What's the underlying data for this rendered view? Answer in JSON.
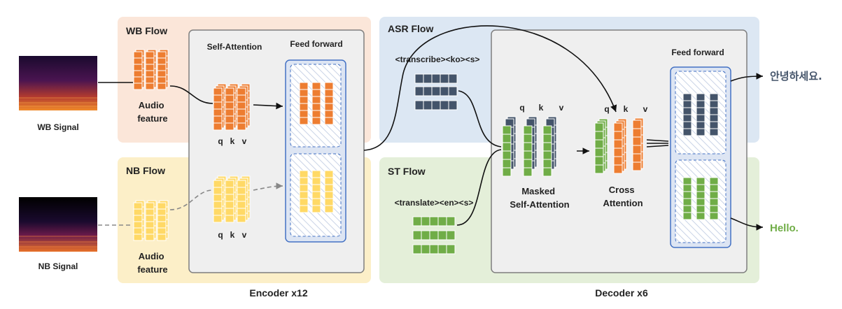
{
  "colors": {
    "wb_flow_bg": "#fbe6d9",
    "nb_flow_bg": "#fcefc8",
    "asr_flow_bg": "#dce7f3",
    "st_flow_bg": "#e4efd9",
    "block_bg": "#efefef",
    "orange": "#ed7d31",
    "yellow": "#ffd966",
    "slate": "#44546a",
    "green": "#70ad47",
    "blue_border": "#4472c4",
    "output_ko": "#44546a",
    "output_en": "#70ad47"
  },
  "encoder": {
    "wb_flow_label": "WB Flow",
    "nb_flow_label": "NB Flow",
    "wb_signal_label": "WB Signal",
    "nb_signal_label": "NB Signal",
    "audio_feature_wb": [
      "Audio",
      "feature"
    ],
    "audio_feature_nb": [
      "Audio",
      "feature"
    ],
    "self_attention_label": "Self-Attention",
    "feed_forward_label": "Feed forward",
    "qkv": [
      "q",
      "k",
      "v"
    ],
    "caption": "Encoder x12"
  },
  "decoder": {
    "asr_flow_label": "ASR Flow",
    "st_flow_label": "ST Flow",
    "asr_prompt": "<transcribe><ko><s>",
    "st_prompt": "<translate><en><s>",
    "masked_label": [
      "Masked",
      "Self-Attention"
    ],
    "cross_label": [
      "Cross",
      "Attention"
    ],
    "feed_forward_label": "Feed forward",
    "qkv": [
      "q",
      "k",
      "v"
    ],
    "caption": "Decoder x6",
    "output_ko": "안녕하세요.",
    "output_en": "Hello."
  }
}
